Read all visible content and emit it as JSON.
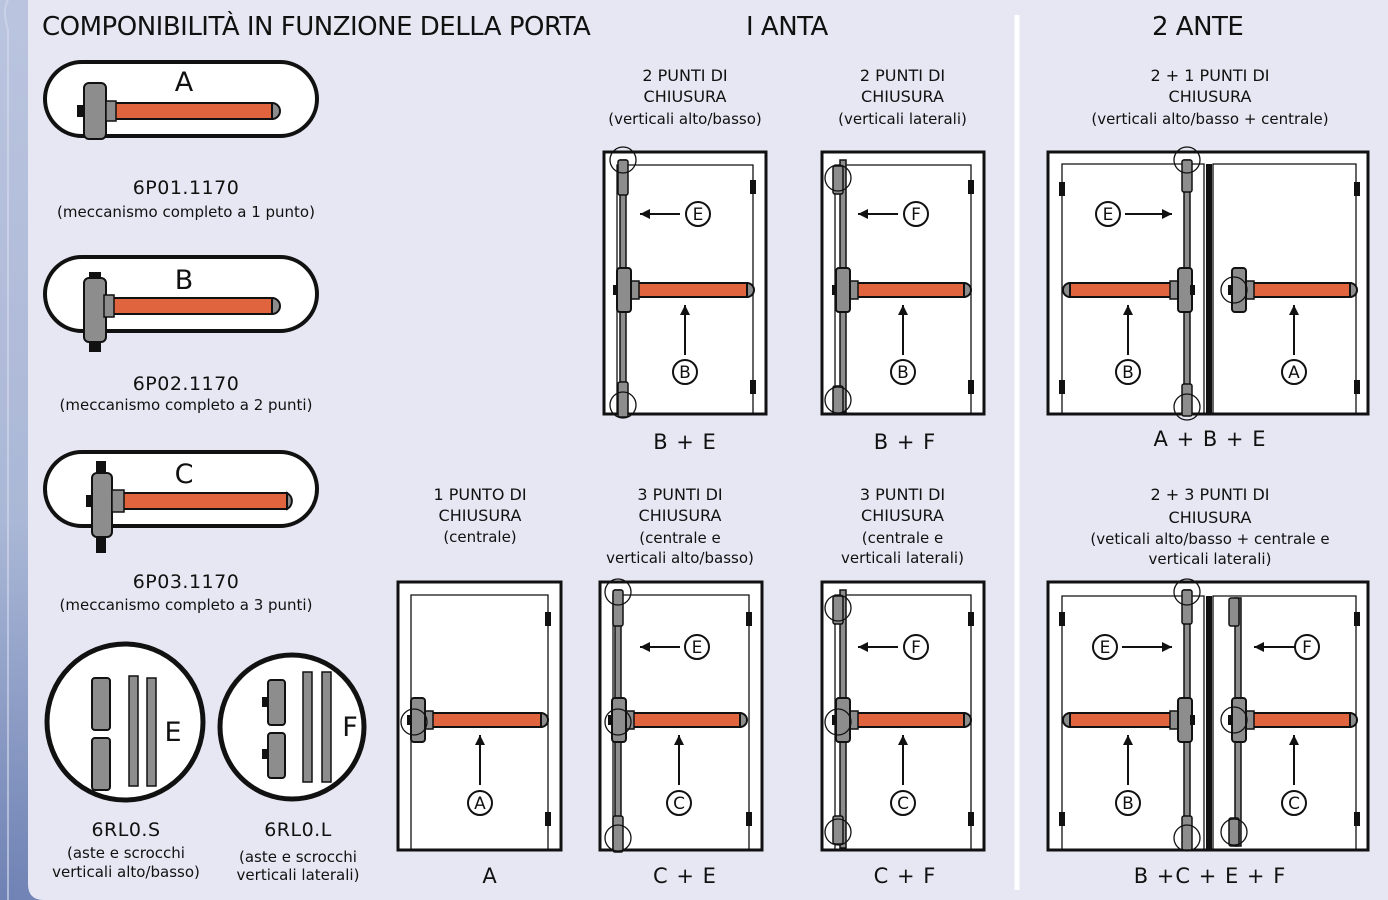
{
  "header": {
    "title": "COMPONIBILITÀ IN FUNZIONE  DELLA PORTA",
    "one_leaf": "I ANTA",
    "two_leaves": "2 ANTE"
  },
  "components": [
    {
      "letter": "A",
      "code": "6P01.1170",
      "desc": "(meccanismo completo a 1 punto)"
    },
    {
      "letter": "B",
      "code": "6P02.1170",
      "desc": "(meccanismo completo a 2 punti)"
    },
    {
      "letter": "C",
      "code": "6P03.1170",
      "desc": "(meccanismo completo a 3 punti)"
    },
    {
      "letter": "E",
      "code": "6RL0.S",
      "desc1": "(aste e scrocchi",
      "desc2": "verticali alto/basso)"
    },
    {
      "letter": "F",
      "code": "6RL0.L",
      "desc1": "(aste e scrocchi",
      "desc2": "verticali laterali)"
    }
  ],
  "configs": [
    {
      "t1": "2 PUNTI DI",
      "t2": "CHIUSURA",
      "s1": "(verticali alto/basso)",
      "s2": "",
      "combo": "B + E"
    },
    {
      "t1": "2 PUNTI DI",
      "t2": "CHIUSURA",
      "s1": "(verticali laterali)",
      "s2": "",
      "combo": "B + F"
    },
    {
      "t1": "2 + 1 PUNTI DI",
      "t2": "CHIUSURA",
      "s1": "(verticali alto/basso + centrale)",
      "s2": "",
      "combo": "A + B + E"
    },
    {
      "t1": "1 PUNTO DI",
      "t2": "CHIUSURA",
      "s1": "(centrale)",
      "s2": "",
      "combo": "A"
    },
    {
      "t1": "3 PUNTI DI",
      "t2": "CHIUSURA",
      "s1": "(centrale e",
      "s2": "verticali alto/basso)",
      "combo": "C + E"
    },
    {
      "t1": "3 PUNTI DI",
      "t2": "CHIUSURA",
      "s1": "(centrale e",
      "s2": "verticali laterali)",
      "combo": "C + F"
    },
    {
      "t1": "2 + 3 PUNTI DI",
      "t2": "CHIUSURA",
      "s1": "(veticali alto/basso + centrale e",
      "s2": "verticali laterali)",
      "combo": "B +C + E + F"
    }
  ],
  "colors": {
    "background": "#a9b6d6",
    "panel": "#e6e7f2",
    "bar": "#e0653f",
    "metal": "#8d8d8d"
  }
}
